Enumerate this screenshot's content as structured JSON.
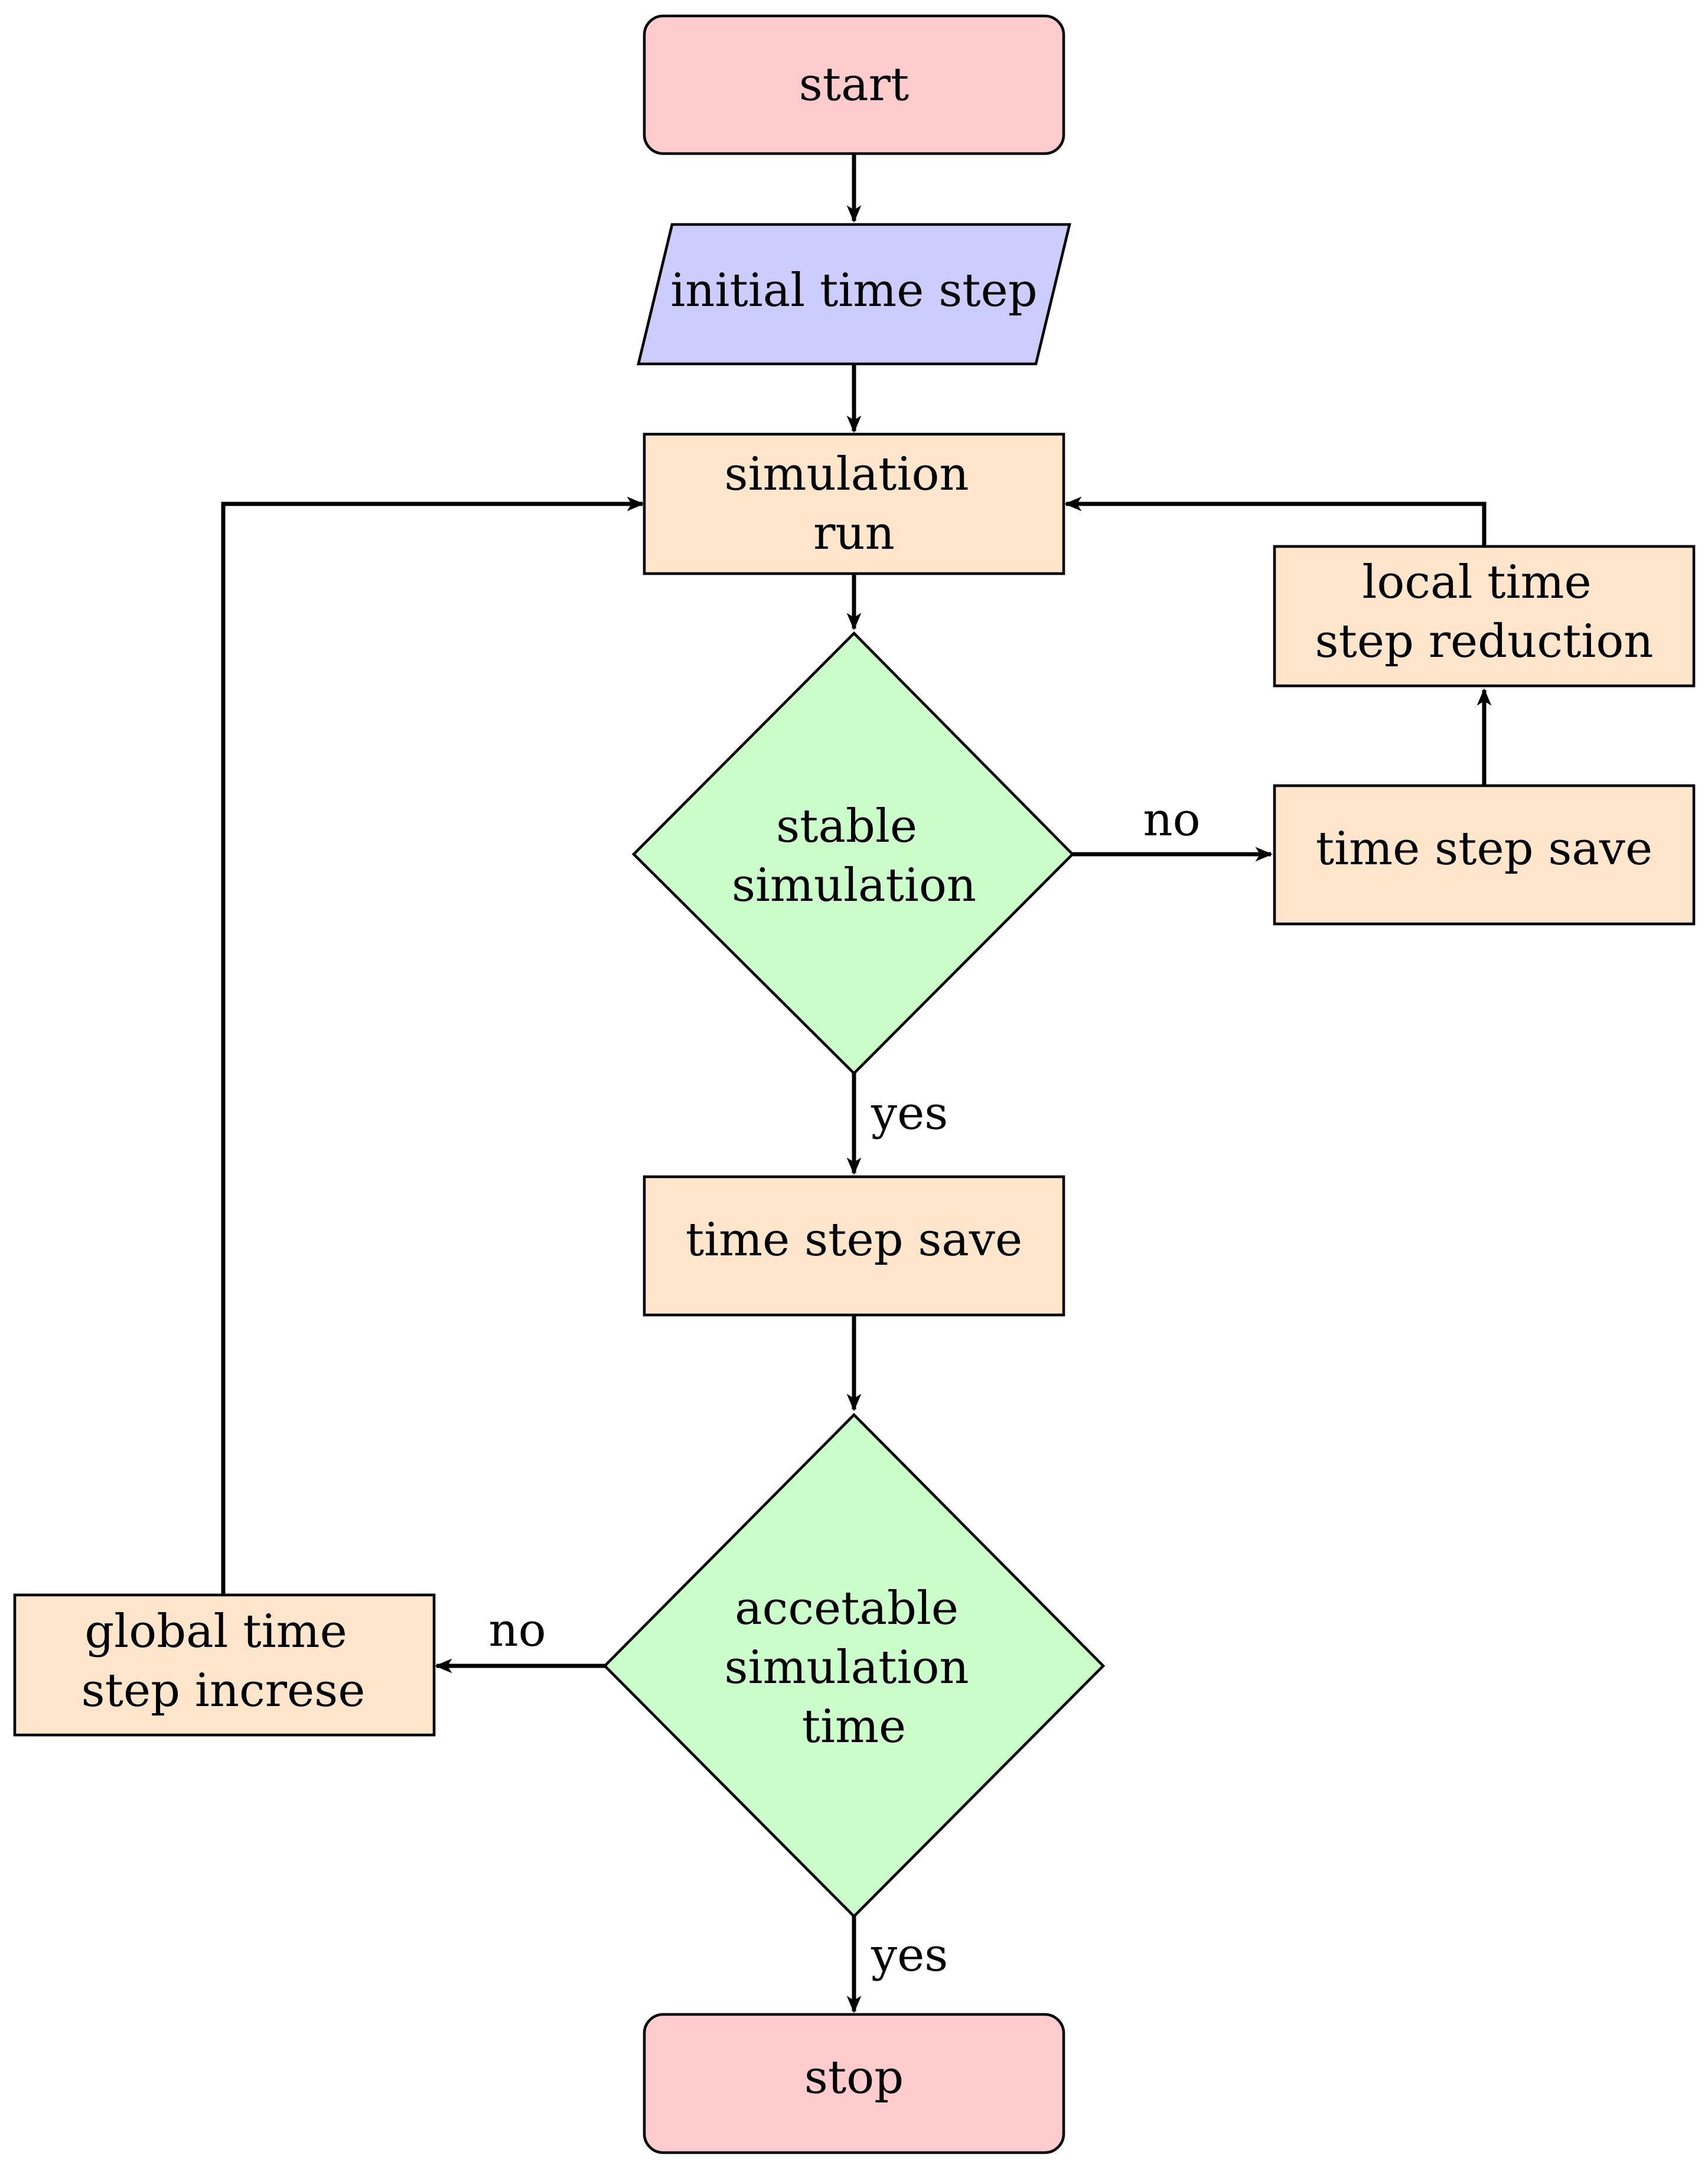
{
  "colors": {
    "terminal": "#fecccc",
    "input": "#ccccfe",
    "process": "#fee5cc",
    "decision": "#cbfdcb",
    "stroke": "#000000"
  },
  "nodes": {
    "start": {
      "lines": [
        "start"
      ]
    },
    "initial_time_step": {
      "lines": [
        "initial time step"
      ]
    },
    "simulation_run": {
      "lines": [
        "simulation",
        "run"
      ]
    },
    "stable_simulation": {
      "lines": [
        "stable",
        "simulation"
      ]
    },
    "time_step_save_right": {
      "lines": [
        "time step save"
      ]
    },
    "local_time_step_reduction": {
      "lines": [
        "local time",
        "step reduction"
      ]
    },
    "time_step_save_center": {
      "lines": [
        "time step save"
      ]
    },
    "acceptable_simulation_time": {
      "lines": [
        "accetable",
        "simulation",
        "time"
      ]
    },
    "global_time_step_increase": {
      "lines": [
        "global time",
        "step increse"
      ]
    },
    "stop": {
      "lines": [
        "stop"
      ]
    }
  },
  "edges": {
    "stable_no_label": "no",
    "stable_yes_label": "yes",
    "acceptable_no_label": "no",
    "acceptable_yes_label": "yes"
  }
}
